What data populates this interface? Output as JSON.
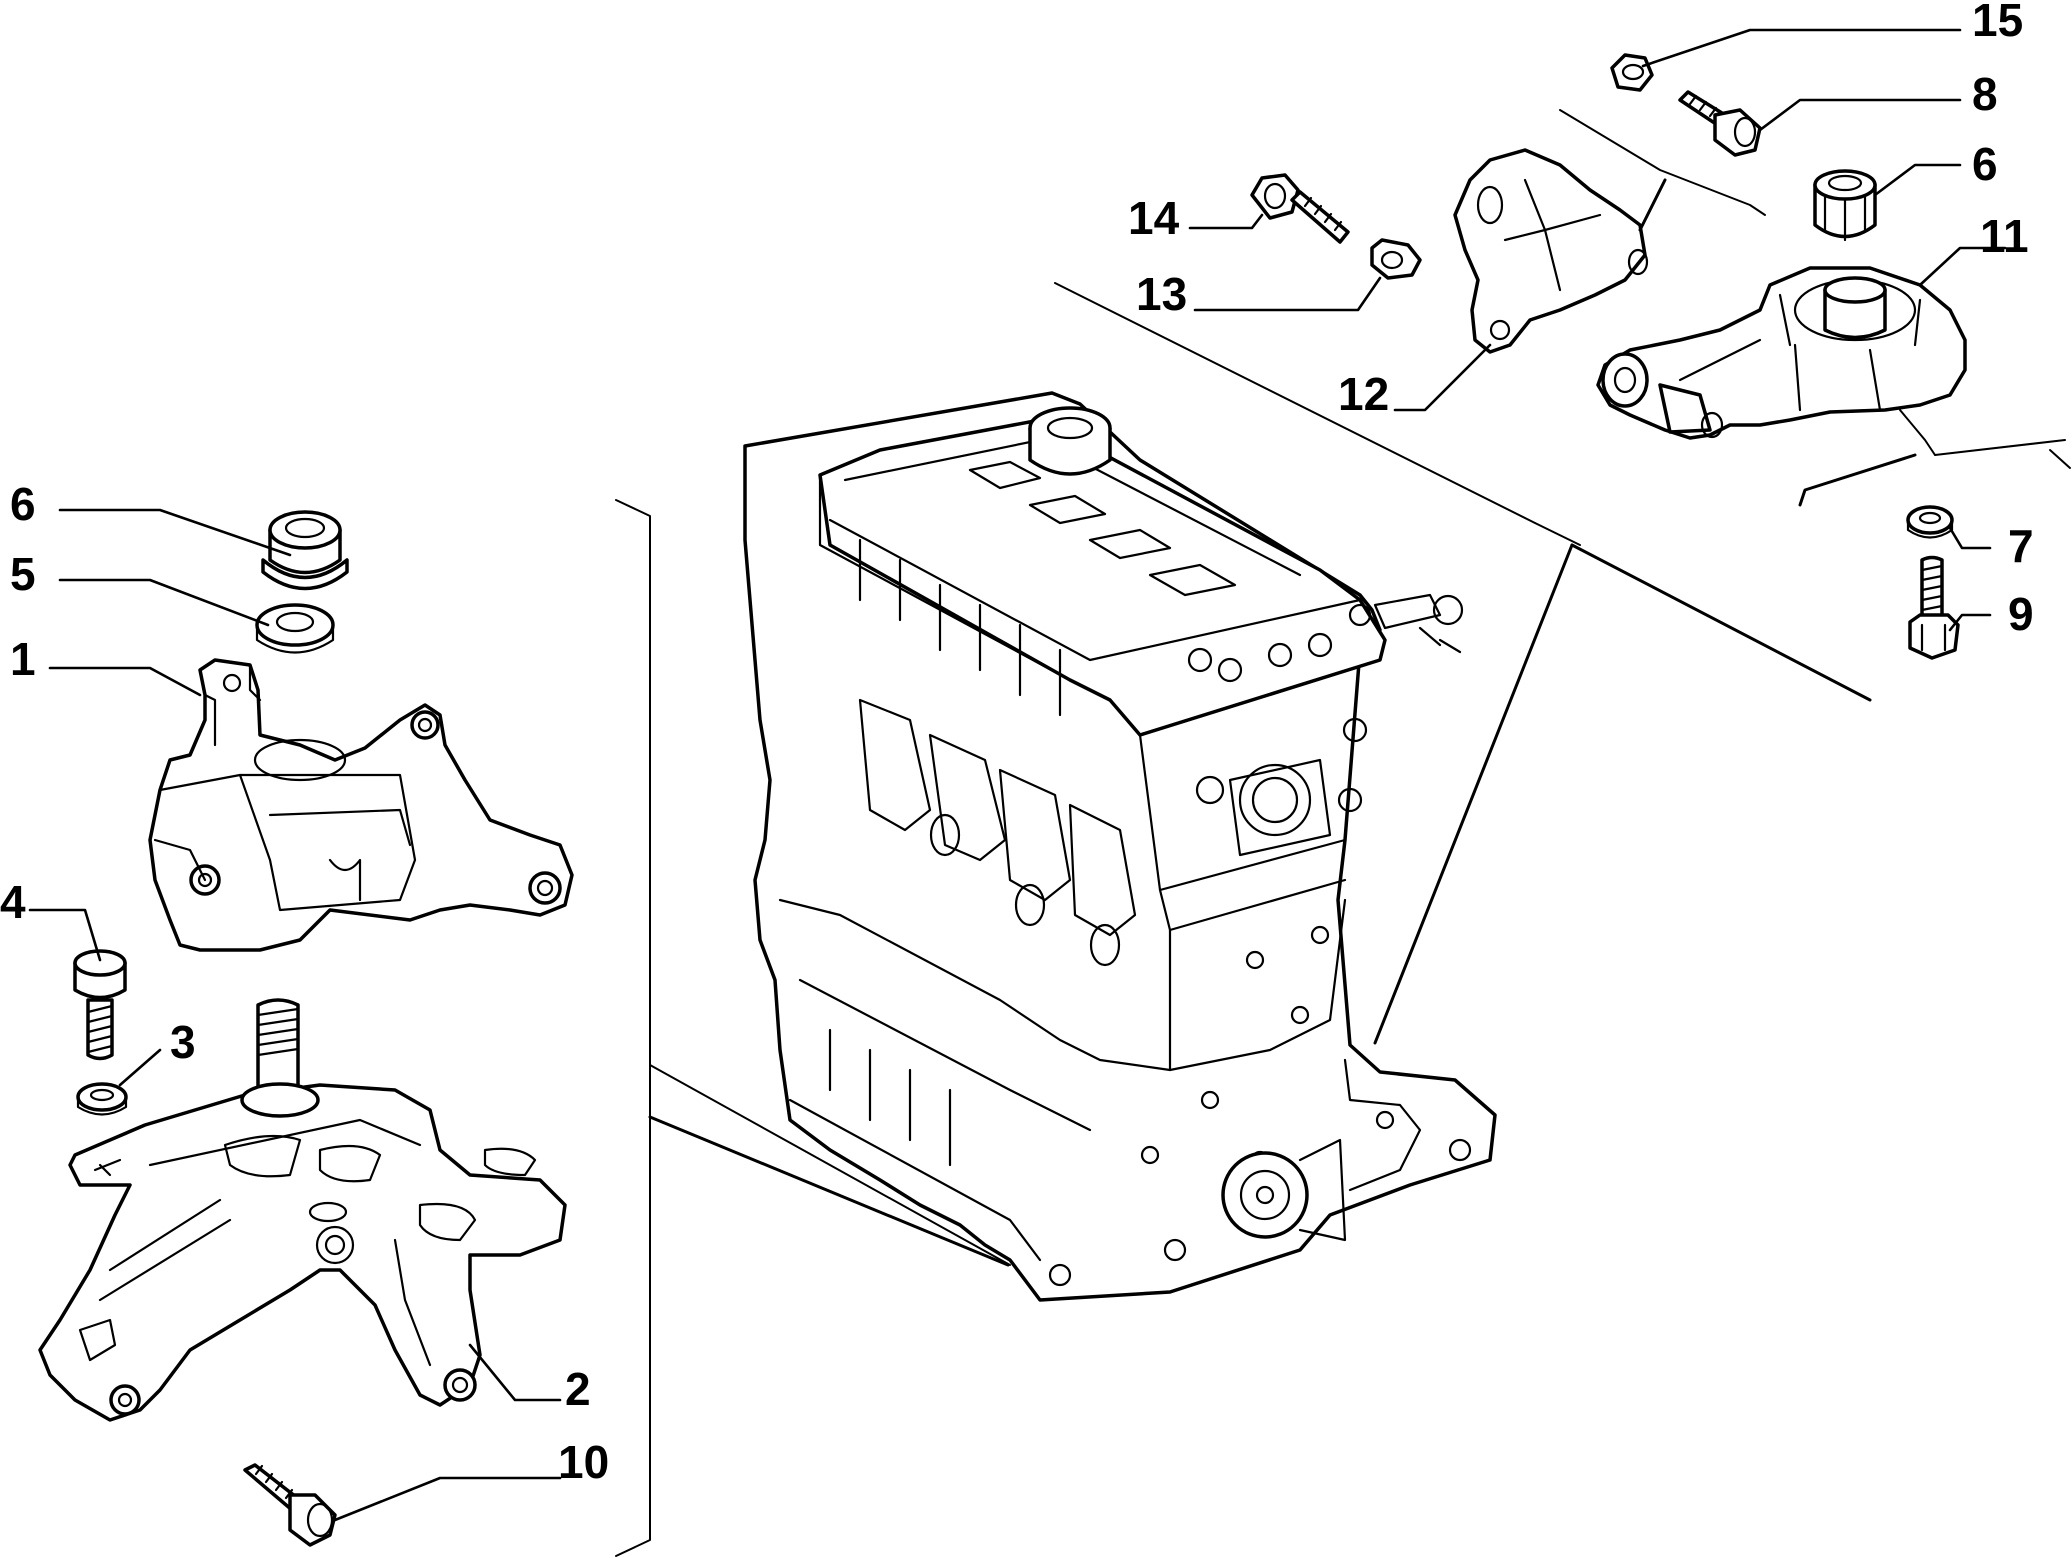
{
  "callouts": {
    "c15": "15",
    "c8": "8",
    "c6_top": "6",
    "c11": "11",
    "c14": "14",
    "c13": "13",
    "c12": "12",
    "c7": "7",
    "c9": "9",
    "c6_left": "6",
    "c5": "5",
    "c1": "1",
    "c4": "4",
    "c3": "3",
    "c2": "2",
    "c10": "10"
  },
  "parts": [
    {
      "id": "1",
      "name": "engine-mount-upper-bracket"
    },
    {
      "id": "2",
      "name": "engine-support-bracket"
    },
    {
      "id": "3",
      "name": "washer"
    },
    {
      "id": "4",
      "name": "bolt"
    },
    {
      "id": "5",
      "name": "washer"
    },
    {
      "id": "6",
      "name": "nut"
    },
    {
      "id": "7",
      "name": "washer"
    },
    {
      "id": "8",
      "name": "bolt"
    },
    {
      "id": "9",
      "name": "bolt"
    },
    {
      "id": "10",
      "name": "bolt"
    },
    {
      "id": "11",
      "name": "torque-rod-mount"
    },
    {
      "id": "12",
      "name": "rear-mount-bracket"
    },
    {
      "id": "13",
      "name": "washer"
    },
    {
      "id": "14",
      "name": "bolt"
    },
    {
      "id": "15",
      "name": "nut"
    }
  ]
}
